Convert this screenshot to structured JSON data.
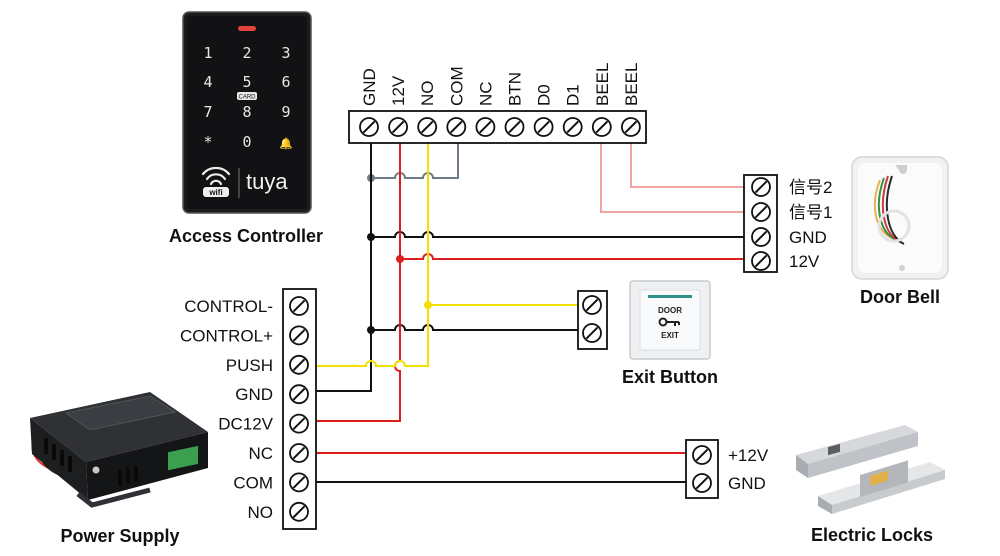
{
  "captions": {
    "access_controller": "Access Controller",
    "door_bell": "Door Bell",
    "exit_button": "Exit Button",
    "power_supply": "Power Supply",
    "electric_locks": "Electric Locks"
  },
  "controller_terminals": [
    "GND",
    "12V",
    "NO",
    "COM",
    "NC",
    "BTN",
    "D0",
    "D1",
    "BEEL",
    "BEEL"
  ],
  "keypad": {
    "keys": [
      "1",
      "2",
      "3",
      "4",
      "5",
      "6",
      "7",
      "8",
      "9",
      "*",
      "0",
      "🔔"
    ],
    "card_label": "CARD",
    "wifi_label": "wifi",
    "brand": "tuya"
  },
  "doorbell_terminals": [
    "信号2",
    "信号1",
    "GND",
    "12V"
  ],
  "power_terminals": [
    "CONTROL-",
    "CONTROL+",
    "PUSH",
    "GND",
    "DC12V",
    "NC",
    "COM",
    "NO"
  ],
  "lock_terminals": [
    "+12V",
    "GND"
  ],
  "exit_button_text": {
    "top": "DOOR",
    "bottom": "EXIT"
  },
  "wire_colors": {
    "black": "#111111",
    "red": "#dd1f1f",
    "yellow": "#f2e000",
    "pink": "#f2a3a3",
    "gray": "#6f7a86"
  }
}
